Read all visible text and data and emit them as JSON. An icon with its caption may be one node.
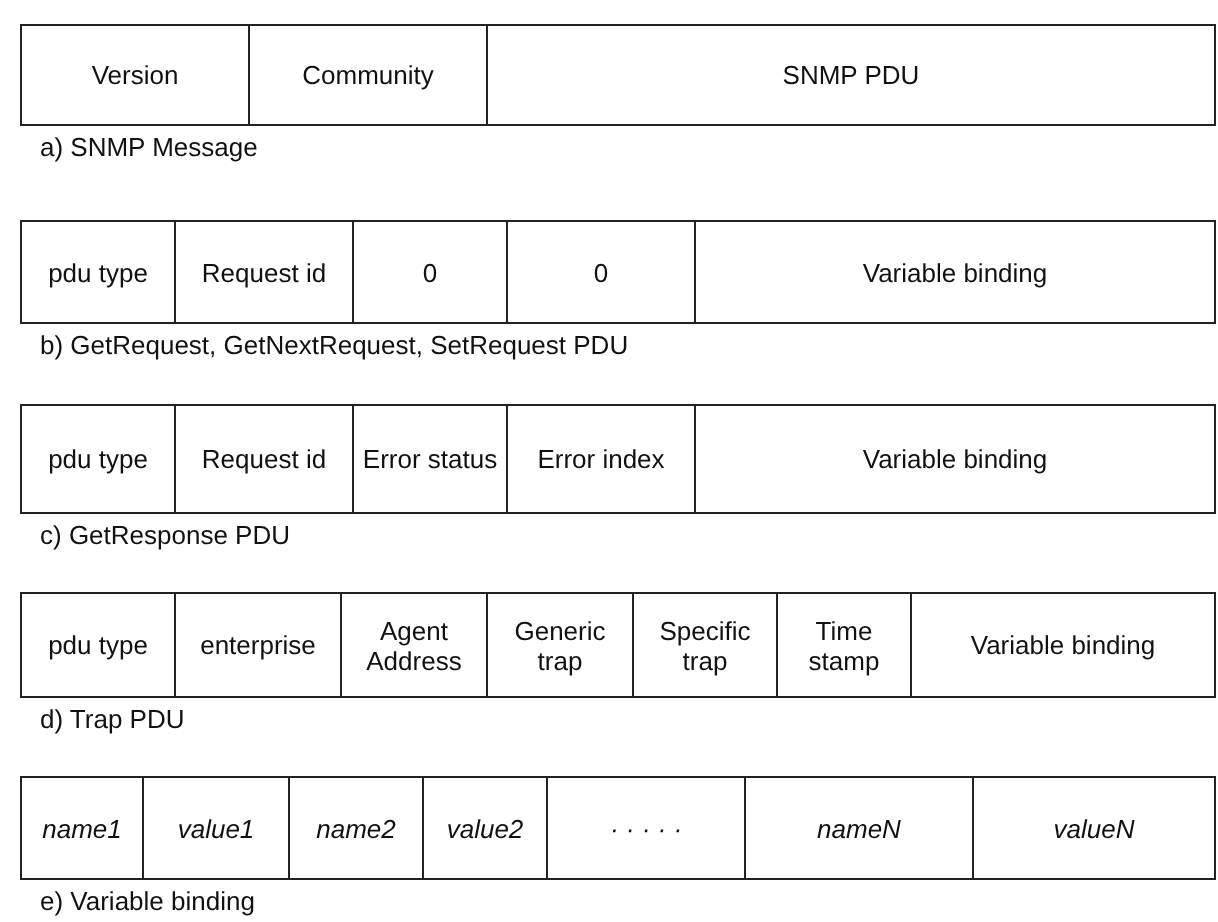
{
  "diagram": {
    "labels": [
      "Version",
      "Community",
      "SNMP PDU",
      "a) SNMP Message",
      "pdu type",
      "Request id",
      "0",
      "0",
      "Variable binding",
      "b) GetRequest, GetNextRequest, SetRequest PDU",
      "pdu type",
      "Request id",
      "Error status",
      "Error index",
      "Variable binding",
      "c) GetResponse PDU",
      "pdu type",
      "enterprise",
      "Agent Address",
      "Generic trap",
      "Specific trap",
      "Time stamp",
      "Variable binding",
      "d) Trap PDU",
      "name1",
      "value1",
      "name2",
      "value2",
      "· · · · ·",
      "nameN",
      "valueN",
      "e) Variable binding"
    ]
  }
}
